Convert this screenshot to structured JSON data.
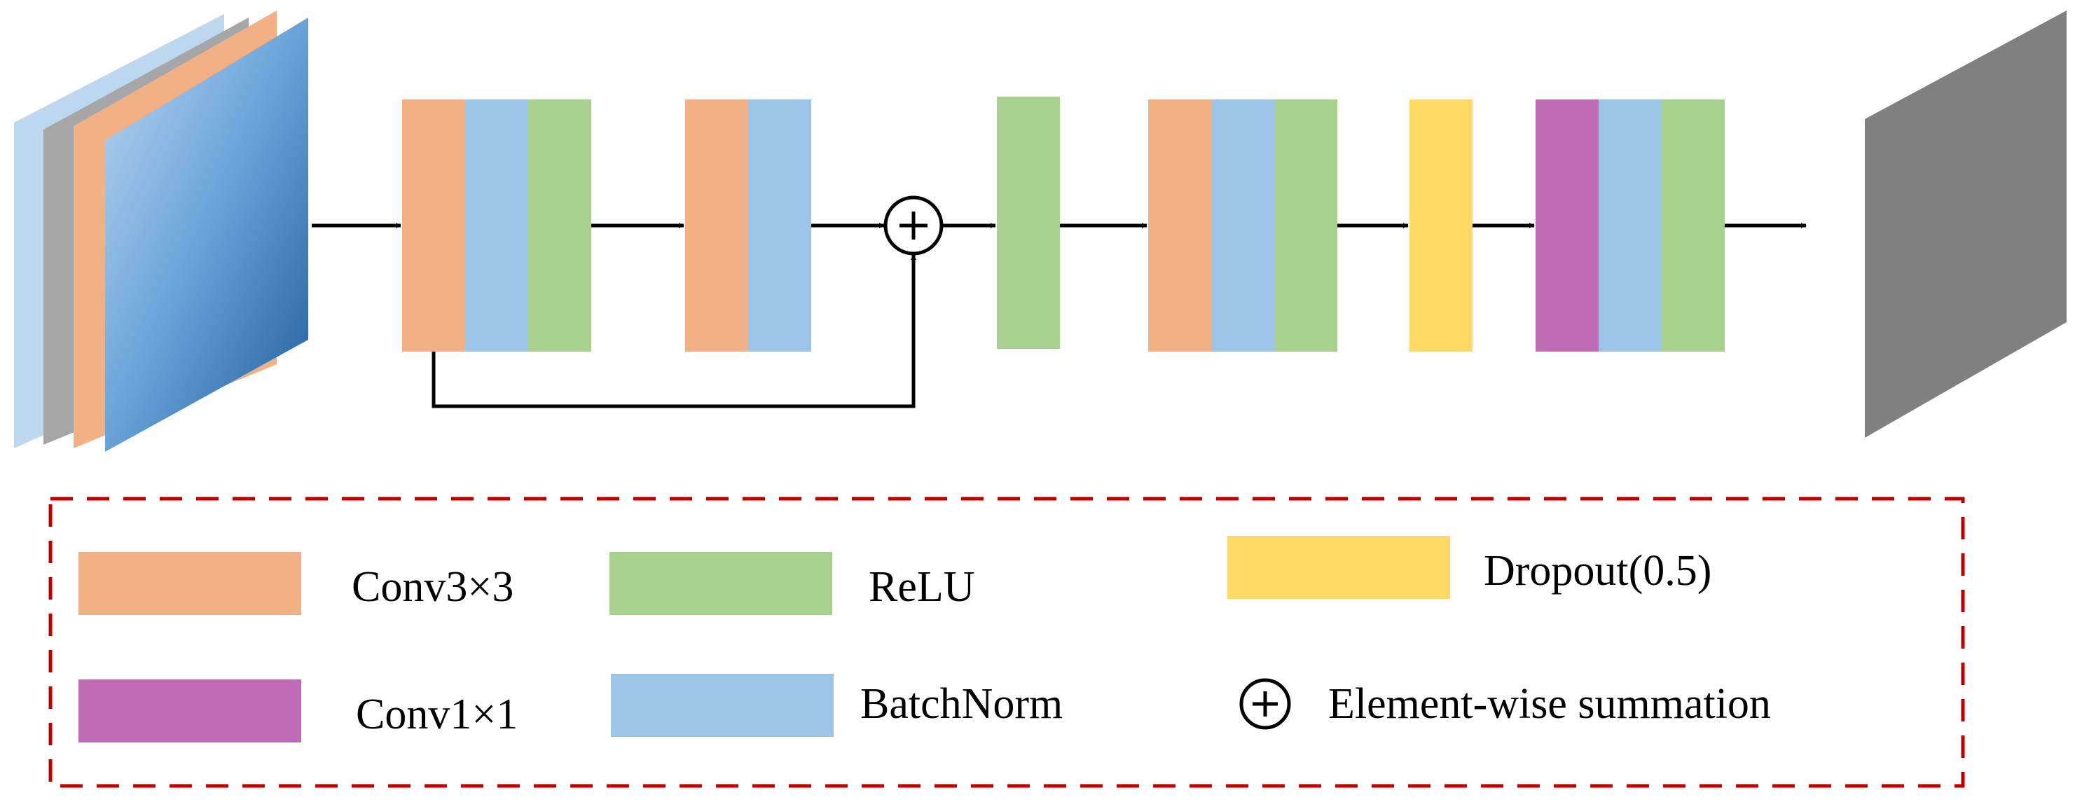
{
  "colors": {
    "conv3x3": "#F2B085",
    "relu": "#A8D08D",
    "batchnorm": "#9DC3E6",
    "dropout": "#FFD966",
    "conv1x1": "#C06BB5",
    "output_map": "#808080",
    "legend_border": "#C00000",
    "arrow": "#000000"
  },
  "legend": {
    "conv3x3_label": "Conv3×3",
    "relu_label": "ReLU",
    "dropout_label": "Dropout(0.5)",
    "conv1x1_label": "Conv1×1",
    "batchnorm_label": "BatchNorm",
    "sum_label": "Element-wise summation"
  },
  "pipeline": {
    "input": "input-feature-maps",
    "stages": [
      [
        "conv3x3",
        "batchnorm",
        "relu"
      ],
      [
        "conv3x3",
        "batchnorm"
      ],
      [
        "sum"
      ],
      [
        "relu"
      ],
      [
        "conv3x3",
        "batchnorm",
        "relu"
      ],
      [
        "dropout"
      ],
      [
        "conv1x1",
        "batchnorm",
        "relu"
      ]
    ],
    "skip_connection": {
      "from_stage": 0,
      "to_stage": 2
    },
    "output": "output-feature-map"
  },
  "icons": {
    "sum": "circled-plus-icon"
  }
}
